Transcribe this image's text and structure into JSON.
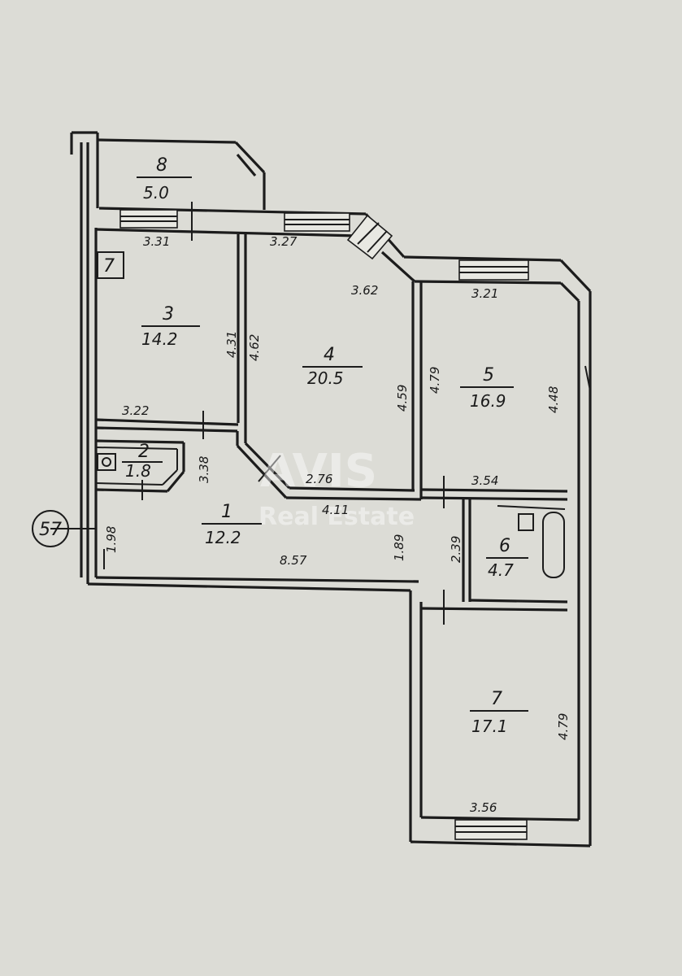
{
  "rooms": [
    {
      "number": "1",
      "area": "12.2"
    },
    {
      "number": "2",
      "area": "1.8"
    },
    {
      "number": "3",
      "area": "14.2"
    },
    {
      "number": "4",
      "area": "20.5"
    },
    {
      "number": "5",
      "area": "16.9"
    },
    {
      "number": "6",
      "area": "4.7"
    },
    {
      "number": "7",
      "area": "17.1"
    },
    {
      "number": "8",
      "area": "5.0"
    }
  ],
  "dimensions": {
    "d331": "3.31",
    "d327": "3.27",
    "d362": "3.62",
    "d321": "3.21",
    "d431": "4.31",
    "d462": "4.62",
    "d459": "4.59",
    "d479a": "4.79",
    "d448": "4.48",
    "d322": "3.22",
    "d338": "3.38",
    "d276": "2.76",
    "d354": "3.54",
    "d411": "4.11",
    "d198": "1.98",
    "d857": "8.57",
    "d189": "1.89",
    "d239": "2.39",
    "d479b": "4.79",
    "d356": "3.56"
  },
  "marker": "57",
  "corner_mark": "7",
  "watermark": {
    "line1": "AVIS",
    "line2": "Real Estate"
  }
}
